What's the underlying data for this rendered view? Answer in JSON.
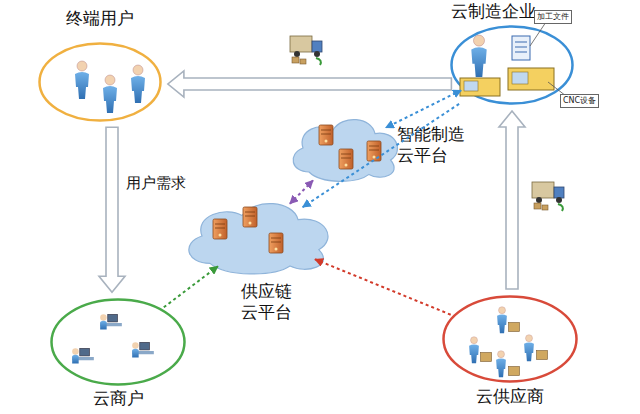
{
  "diagram": {
    "nodes": [
      {
        "text": [
          "终端用户"
        ]
      },
      {
        "text": [
          "云制造企业"
        ]
      },
      {
        "text": [
          "智能制造 云平台"
        ]
      },
      {
        "text": [
          "供应链 云平台"
        ]
      },
      {
        "text": [
          "云商户"
        ]
      },
      {
        "text": [
          "云供应商"
        ]
      }
    ],
    "edges": [
      {
        "from": 1,
        "to": 0,
        "arrow": "to"
      },
      {
        "from": 0,
        "to": 4,
        "label": "用户需求",
        "arrow": "to"
      },
      {
        "from": 5,
        "to": 1,
        "arrow": "to"
      },
      {
        "from": 1,
        "to": 2,
        "arrow": "both"
      },
      {
        "from": 2,
        "to": 3,
        "arrow": "both"
      },
      {
        "from": 1,
        "to": 3,
        "arrow": "to"
      },
      {
        "from": 4,
        "to": 3,
        "arrow": "to"
      },
      {
        "from": 5,
        "to": 3,
        "arrow": "to"
      }
    ],
    "labels": [
      "加工文件",
      "CNC设备"
    ]
  }
}
